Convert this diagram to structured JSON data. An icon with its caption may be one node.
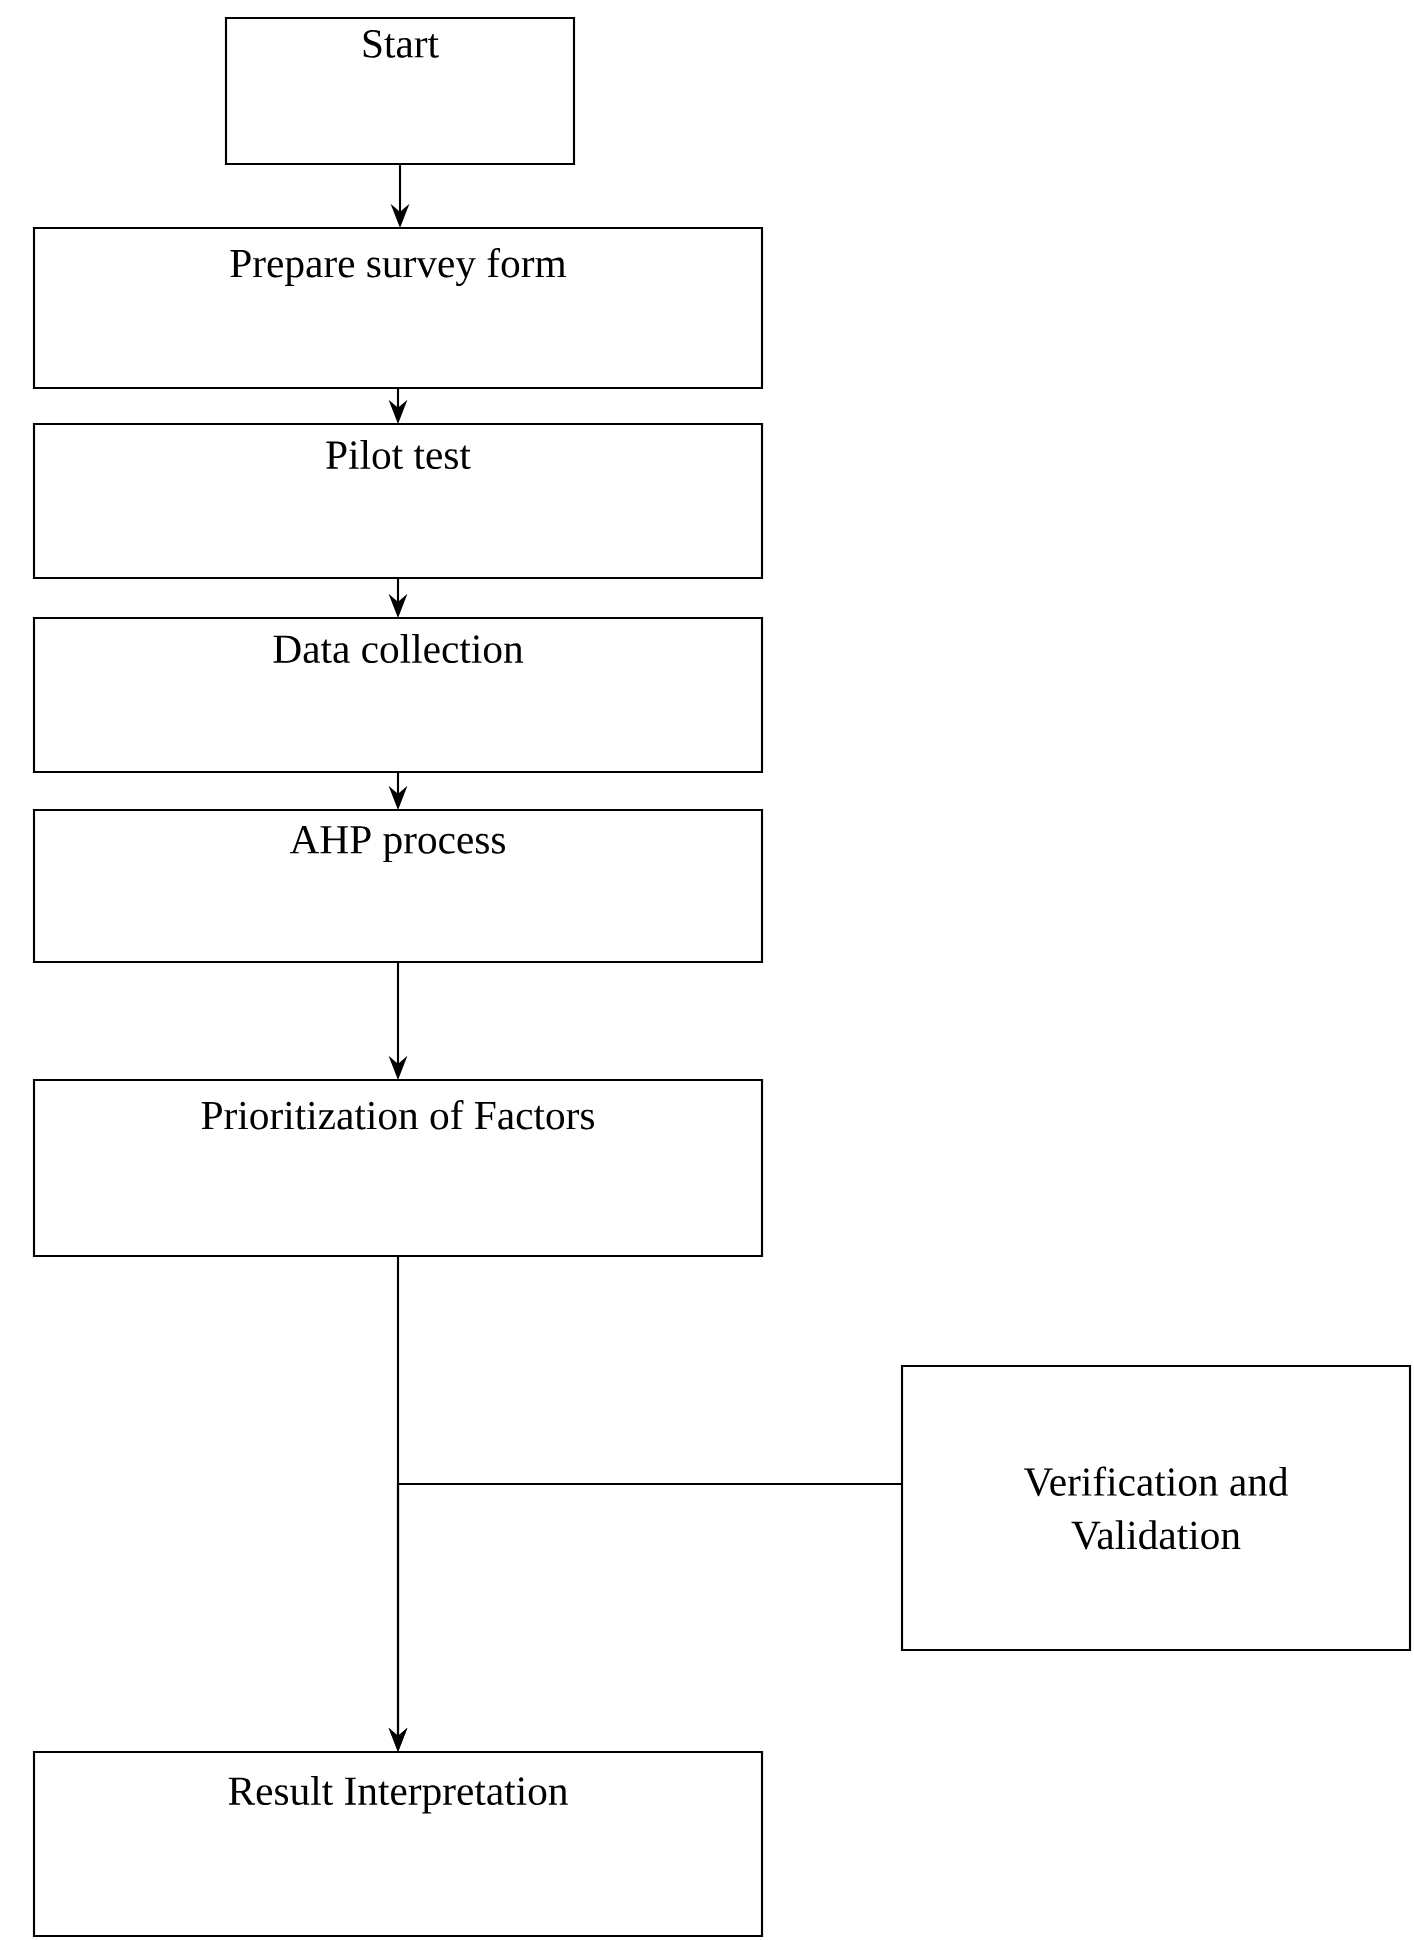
{
  "diagram": {
    "nodes": [
      {
        "text": [
          "Start"
        ]
      },
      {
        "text": [
          "Prepare survey form"
        ]
      },
      {
        "text": [
          "Pilot test"
        ]
      },
      {
        "text": [
          "Data collection"
        ]
      },
      {
        "text": [
          "AHP process"
        ]
      },
      {
        "text": [
          "Prioritization of Factors"
        ]
      },
      {
        "text": [
          "Verification and Validation"
        ]
      },
      {
        "text": [
          "Result Interpretation"
        ]
      }
    ],
    "edges": [
      {
        "from": 0,
        "to": 1,
        "arrow": "to"
      },
      {
        "from": 1,
        "to": 2,
        "arrow": "to"
      },
      {
        "from": 2,
        "to": 3,
        "arrow": "to"
      },
      {
        "from": 3,
        "to": 4,
        "arrow": "to"
      },
      {
        "from": 4,
        "to": 5,
        "arrow": "to"
      },
      {
        "from": 5,
        "to": 7,
        "arrow": "to"
      },
      {
        "from": 6,
        "to": 7,
        "arrow": "to"
      }
    ]
  }
}
